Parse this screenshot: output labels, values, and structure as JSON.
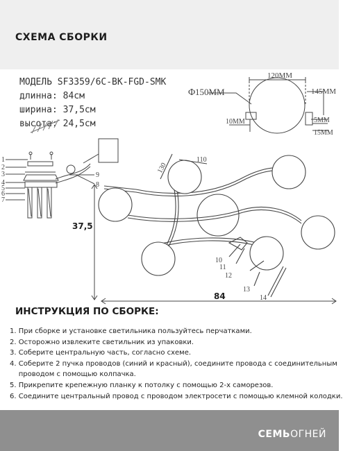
{
  "header": {
    "title": "СХЕМА СБОРКИ"
  },
  "specs": {
    "model": "МОДЕЛЬ SF3359/6C-BK-FGD-SMK",
    "length": "длинна: 84см",
    "width": "ширина: 37,5см",
    "height": "высота: 24,5см"
  },
  "drawing": {
    "dim_height": "37,5",
    "dim_length": "84",
    "dim_120": "120MM",
    "dim_150": "150MM",
    "dim_145": "145MM",
    "dim_10": "10MM",
    "dim_5": "5MM",
    "dim_15": "15MM",
    "dim_110": "110",
    "dim_130": "130",
    "phi": "Φ",
    "left_parts": [
      "1",
      "2",
      "3",
      "4",
      "5",
      "6",
      "7"
    ],
    "part_8": "8",
    "part_9": "9",
    "part_10": "10",
    "part_11": "11",
    "part_12": "12",
    "part_13": "13",
    "part_14": "14"
  },
  "instructions": {
    "title": "ИНСТРУКЦИЯ ПО СБОРКЕ:",
    "steps": [
      "1. При сборке и установке светильника пользуйтесь перчатками.",
      "2. Осторожно извлеките светильник из упаковки.",
      "3. Соберите центральную часть, согласно схеме.",
      "4. Соберите 2 пучка проводов (синий и красный), соедините провода с соединительным",
      "    проводом с помощью колпачка.",
      "5. Прикрепите крепежную планку к потолку с помощью 2-х саморезов.",
      "6. Соедините центральный провод с проводом электросети с помощью клемной колодки."
    ]
  },
  "footer": {
    "brand_bold": "СЕМЬ",
    "brand_light": "ОГНЕЙ"
  }
}
